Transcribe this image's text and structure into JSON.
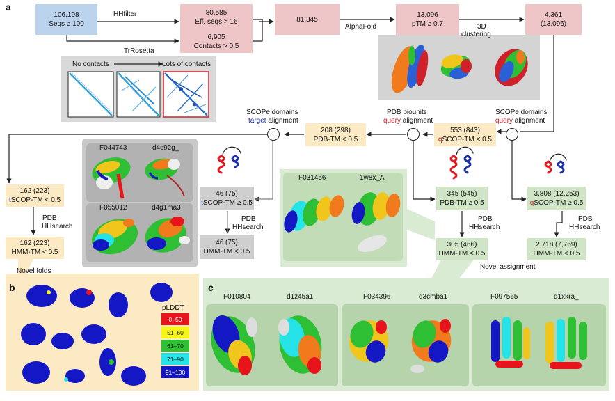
{
  "panel_labels": {
    "a": "a",
    "b": "b",
    "c": "c"
  },
  "boxes": {
    "seqs": {
      "l1": "106,198",
      "l2": "Seqs ≥ 100"
    },
    "eff": {
      "l1": "80,585",
      "l2": "Eff. seqs > 16"
    },
    "contacts": {
      "l1": "6,905",
      "l2": "Contacts > 0.5"
    },
    "n81345": {
      "l1": "81,345"
    },
    "ptm": {
      "l1": "13,096",
      "l2": "pTM ≥ 0.7"
    },
    "n4361": {
      "l1": "4,361",
      "l2": "(13,096)"
    },
    "pdbtm_lt": {
      "l1": "208 (298)",
      "l2": "PDB-TM < 0.5"
    },
    "qscop_lt": {
      "l1": "553 (843)",
      "l2_prefix": "q",
      "l2": "SCOP-TM < 0.5"
    },
    "tscop_lt": {
      "l1": "162 (223)",
      "l2_prefix": "t",
      "l2": "SCOP-TM < 0.5"
    },
    "hmm_162": {
      "l1": "162 (223)",
      "l2": "HMM-TM < 0.5"
    },
    "tscop_ge": {
      "l1": "46 (75)",
      "l2_prefix": "t",
      "l2": "SCOP-TM ≥ 0.5"
    },
    "hmm_46": {
      "l1": "46 (75)",
      "l2": "HMM-TM < 0.5"
    },
    "pdbtm_ge": {
      "l1": "345 (545)",
      "l2": "PDB-TM ≥ 0.5"
    },
    "hmm_305": {
      "l1": "305 (466)",
      "l2": "HMM-TM < 0.5"
    },
    "qscop_ge": {
      "l1": "3,808 (12,253)",
      "l2_prefix": "q",
      "l2": "SCOP-TM ≥ 0.5"
    },
    "hmm_2718": {
      "l1": "2,718 (7,769)",
      "l2": "HMM-TM < 0.5"
    }
  },
  "labels": {
    "hhfilter": "HHfilter",
    "trrosetta": "TrRosetta",
    "alphafold": "AlphaFold",
    "clustering_l1": "3D",
    "clustering_l2": "clustering",
    "no_contacts": "No contacts",
    "lots_contacts": "Lots of contacts",
    "scope_domains": "SCOPe domains",
    "target": "target",
    "query": "query",
    "alignment": "alignment",
    "pdb_biounits": "PDB biounits",
    "pdb": "PDB",
    "hhsearch": "HHsearch",
    "novel_folds": "Novel folds",
    "novel_assignment": "Novel assignment",
    "plddt": "pLDDT"
  },
  "structures": {
    "f044743": "F044743",
    "d4c92g": "d4c92g_",
    "f055012": "F055012",
    "d4g1ma3": "d4g1ma3",
    "f031456": "F031456",
    "d1w8x": "1w8x_A",
    "f010804": "F010804",
    "d1z45a1": "d1z45a1",
    "f034396": "F034396",
    "d3cmba1": "d3cmba1",
    "f097565": "F097565",
    "d1xkra": "d1xkra_"
  },
  "plddt_legend": [
    {
      "label": "0–50",
      "color": "#e8141c",
      "text": "#ffffff"
    },
    {
      "label": "51–60",
      "color": "#f7f417",
      "text": "#111111"
    },
    {
      "label": "61–70",
      "color": "#2fbf34",
      "text": "#111111"
    },
    {
      "label": "71–90",
      "color": "#25e3e6",
      "text": "#111111"
    },
    {
      "label": "91–100",
      "color": "#1417c4",
      "text": "#ffffff"
    }
  ],
  "colors": {
    "pink": "#efc6c8",
    "blue": "#bcd3ee",
    "cream": "#fbeac4",
    "green": "#cfe5c6",
    "gray": "#cfcfcf",
    "red": "#d0202a",
    "navy": "#1b2fa8"
  }
}
